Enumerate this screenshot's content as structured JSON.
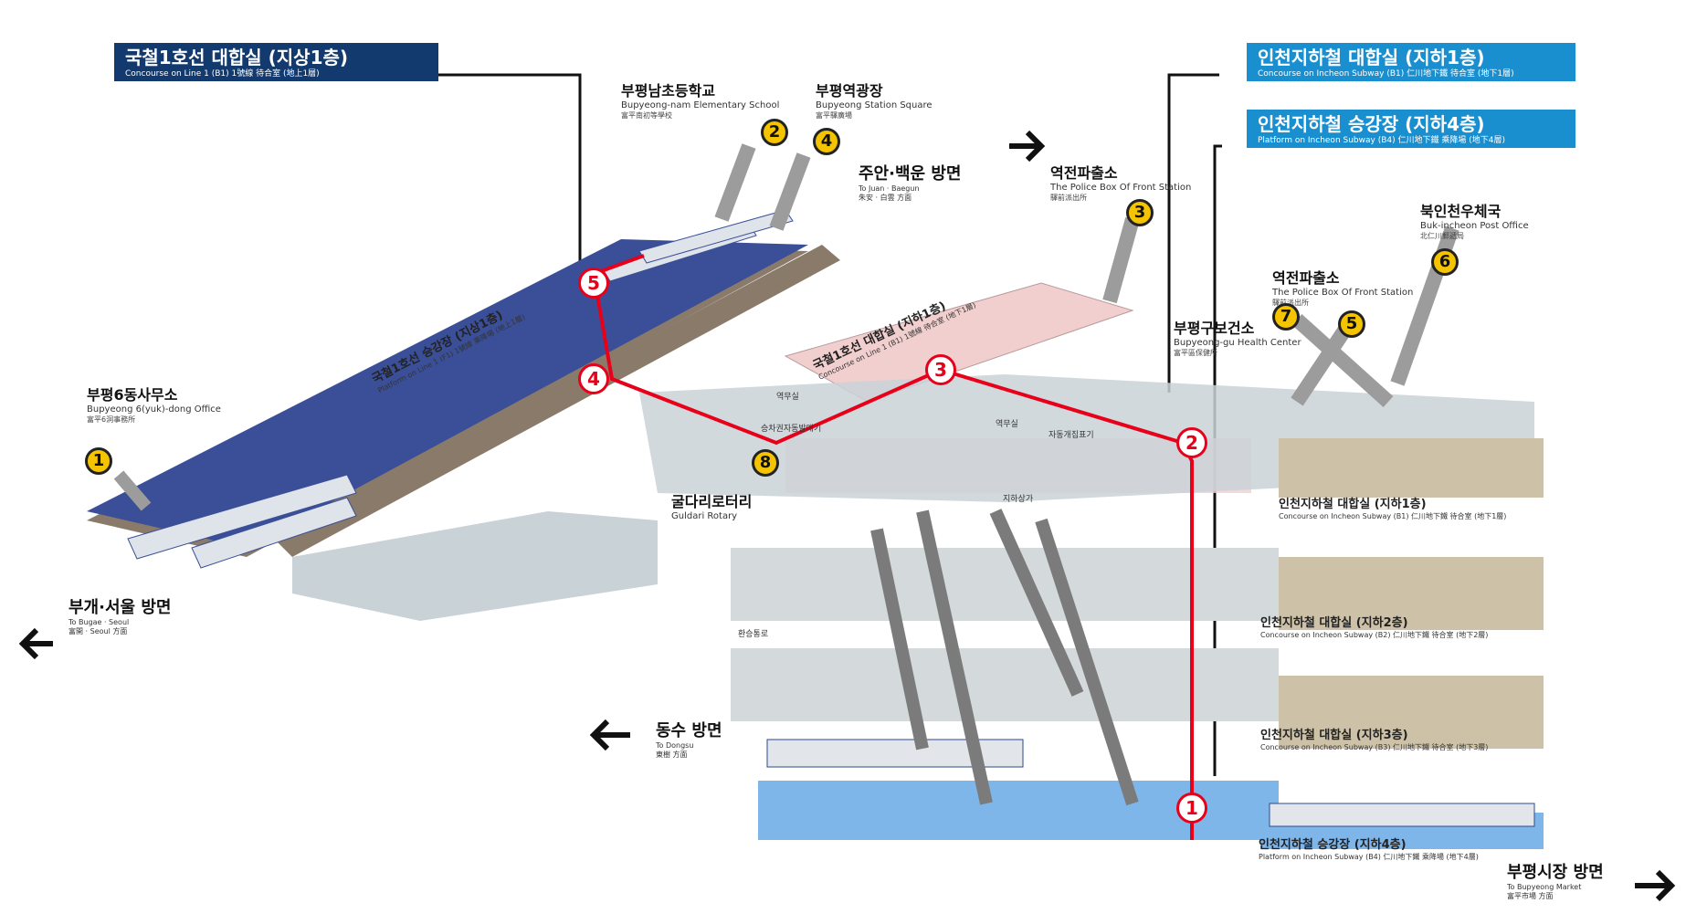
{
  "banners": {
    "line1_concourse": {
      "ko": "국철1호선 대합실 (지상1층)",
      "en": "Concourse on Line 1 (B1)   1號線 待合室 (地上1層)"
    },
    "incheon_concourse": {
      "ko": "인천지하철 대합실 (지하1층)",
      "en": "Concourse on Incheon Subway (B1)  仁川地下鐵 待合室 (地下1層)"
    },
    "incheon_platform": {
      "ko": "인천지하철 승강장 (지하4층)",
      "en": "Platform on Incheon Subway (B4)  仁川地下鐵 乘降場 (地下4層)"
    }
  },
  "landmarks": {
    "school": {
      "ko": "부평남초등학교",
      "en": "Bupyeong-nam Elementary School",
      "cn": "富平南初等學校"
    },
    "square": {
      "ko": "부평역광장",
      "en": "Bupyeong Station Square",
      "cn": "富平驛廣場"
    },
    "police1": {
      "ko": "역전파출소",
      "en": "The Police Box Of Front Station",
      "cn": "驛前派出所"
    },
    "post": {
      "ko": "북인천우체국",
      "en": "Buk-incheon Post Office",
      "cn": "北仁川郵遞局"
    },
    "police2": {
      "ko": "역전파출소",
      "en": "The Police Box Of Front Station",
      "cn": "驛前派出所"
    },
    "health": {
      "ko": "부평구보건소",
      "en": "Bupyeong-gu Health Center",
      "cn": "富平區保健所"
    },
    "office": {
      "ko": "부평6동사무소",
      "en": "Bupyeong 6(yuk)-dong Office",
      "cn": "富平6洞事務所"
    },
    "rotary": {
      "ko": "굴다리로터리",
      "en": "Guldari Rotary"
    }
  },
  "directions": {
    "juan": {
      "ko": "주안·백운 방면",
      "en": "To Juan · Baegun",
      "cn": "朱安 · 白雲 方面"
    },
    "bugae": {
      "ko": "부개·서울 방면",
      "en": "To Bugae · Seoul",
      "cn": "富開 · Seoul 方面"
    },
    "dongsu": {
      "ko": "동수 방면",
      "en": "To Dongsu",
      "cn": "東樹 方面"
    },
    "market": {
      "ko": "부평시장 방면",
      "en": "To Bupyeong Market",
      "cn": "富平市場 方面"
    }
  },
  "floors": {
    "line1_platform": {
      "ko": "국철1호선 승강장 (지상1층)",
      "en": "Platform on Line 1 (F1)  1號線 乘降場 (地上1層)"
    },
    "line1_concourse_b1": {
      "ko": "국철1호선 대합실 (지하1층)",
      "en": "Concourse on Line 1 (B1)  1號線 待合室 (地下1層)"
    },
    "incheon_b1": {
      "ko": "인천지하철 대합실 (지하1층)",
      "en": "Concourse on Incheon Subway (B1)  仁川地下鐵 待合室 (地下1層)"
    },
    "incheon_b2": {
      "ko": "인천지하철 대합실 (지하2층)",
      "en": "Concourse on Incheon Subway (B2)  仁川地下鐵 待合室 (地下2層)"
    },
    "incheon_b3": {
      "ko": "인천지하철 대합실 (지하3층)",
      "en": "Concourse on Incheon Subway (B3)  仁川地下鐵 待合室 (地下3層)"
    },
    "incheon_b4": {
      "ko": "인천지하철 승강장 (지하4층)",
      "en": "Platform on Incheon Subway (B4)  仁川地下鐵 乘降場 (地下4層)"
    }
  },
  "small_labels": {
    "station_office_1": "역무실",
    "station_office_2": "역무실",
    "ticket_machine_1": "승차권자동발매기",
    "ticket_machine_2": "자동개집표기",
    "underground_mall": "지하상가",
    "transfer": "환승통로"
  },
  "exits": [
    "1",
    "2",
    "3",
    "4",
    "5",
    "6",
    "7",
    "8"
  ],
  "route_points": [
    "1",
    "2",
    "3",
    "4",
    "5"
  ],
  "colors": {
    "navy_banner": "#123a6e",
    "sky_banner": "#1a8fd0",
    "line1_platform": "#3a4f98",
    "incheon_platform": "#7fb6ea",
    "concourse_pink": "#f2cfcf",
    "concourse_gray": "#c9d2d7",
    "floor_tan": "#cdc2a8",
    "route_red": "#e8001a",
    "exit_yellow": "#f5c400"
  }
}
